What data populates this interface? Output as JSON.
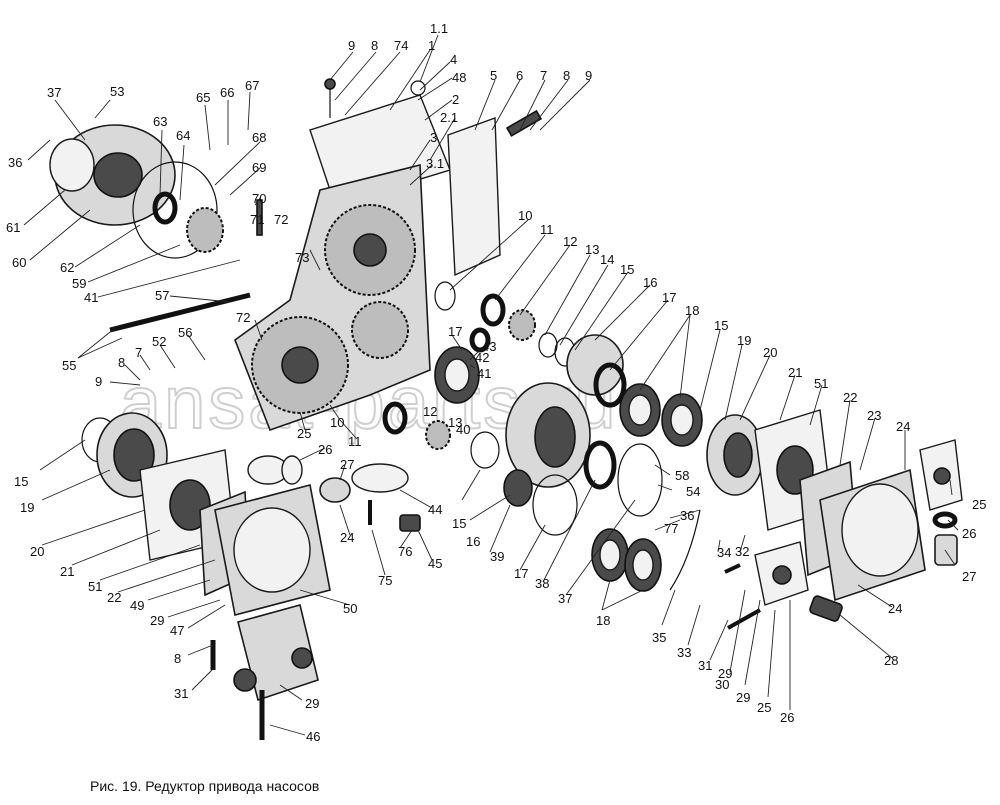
{
  "caption": "Рис. 19. Редуктор привода насосов",
  "watermark": "ansat-parts.ru",
  "callouts": [
    "1.1",
    "9",
    "8",
    "74",
    "1",
    "4",
    "48",
    "2",
    "2.1",
    "3",
    "3.1",
    "5",
    "6",
    "7",
    "8",
    "9",
    "37",
    "53",
    "36",
    "63",
    "64",
    "65",
    "66",
    "67",
    "68",
    "69",
    "70",
    "71",
    "72",
    "61",
    "60",
    "62",
    "59",
    "41",
    "73",
    "57",
    "10",
    "11",
    "12",
    "13",
    "14",
    "15",
    "16",
    "17",
    "18",
    "15",
    "19",
    "20",
    "21",
    "51",
    "22",
    "23",
    "24",
    "25",
    "26",
    "27",
    "55",
    "56",
    "52",
    "7",
    "8",
    "9",
    "72",
    "17",
    "43",
    "42",
    "41",
    "15",
    "19",
    "20",
    "21",
    "51",
    "22",
    "49",
    "29",
    "47",
    "25",
    "10",
    "11",
    "12",
    "13",
    "40",
    "26",
    "27",
    "44",
    "24",
    "76",
    "45",
    "75",
    "50",
    "15",
    "16",
    "39",
    "17",
    "38",
    "37",
    "58",
    "54",
    "36",
    "77",
    "34",
    "32",
    "18",
    "35",
    "33",
    "31",
    "29",
    "30",
    "29",
    "25",
    "26",
    "24",
    "28",
    "8",
    "31",
    "29",
    "46"
  ]
}
